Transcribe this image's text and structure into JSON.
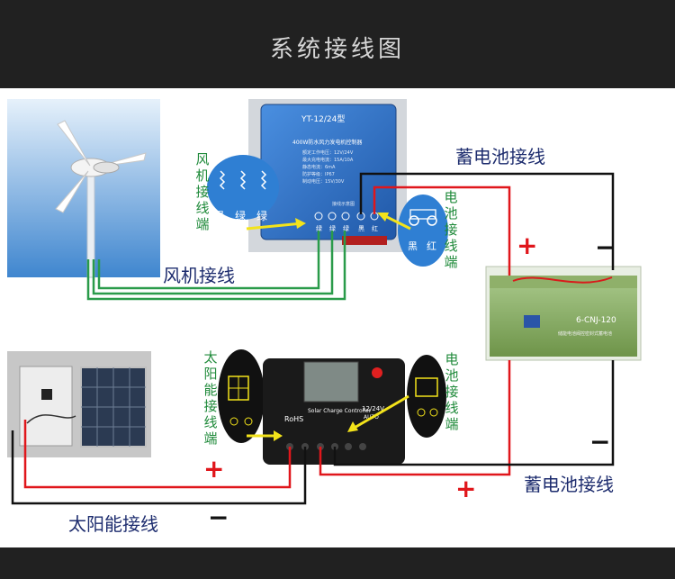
{
  "header": {
    "title": "系统接线图"
  },
  "labels": {
    "wind_terminal": "风机接线端",
    "battery_terminal": "电池接线端",
    "battery_wiring_top": "蓄电池接线",
    "wind_wiring": "风机接线",
    "solar_terminal": "太阳能接线端",
    "battery_terminal_solar": "电池接线端",
    "battery_wiring_bottom": "蓄电池接线",
    "solar_wiring": "太阳能接线",
    "plus": "+",
    "minus": "−"
  },
  "wind_controller": {
    "model": "YT-12/24型",
    "name": "400W防水风力发电机控制器",
    "specs": [
      "额定工作电压：12V/24V",
      "最大充电电流：15A/10A",
      "静态电流：6mA",
      "防护等级：IP67",
      "制动电压：15V/30V"
    ],
    "diagram_caption": "接线示意图",
    "phase_label": "绿",
    "black_label": "黑",
    "red_label": "红"
  },
  "solar_controller": {
    "brand": "RoHS",
    "name": "Solar Charge Controller",
    "voltage": "12/24V",
    "mode": "AUTO"
  },
  "battery": {
    "model": "6-CNJ-120",
    "subtitle": "储能电池阀控密封式蓄电池"
  },
  "colors": {
    "header_bg": "#212121",
    "wire_green": "#2a9b4a",
    "wire_red": "#e0161b",
    "wire_black": "#111111",
    "controller_blue": "#2f73c9",
    "battery_green": "#7fa55a",
    "arrow_yellow": "#f3e31a"
  }
}
